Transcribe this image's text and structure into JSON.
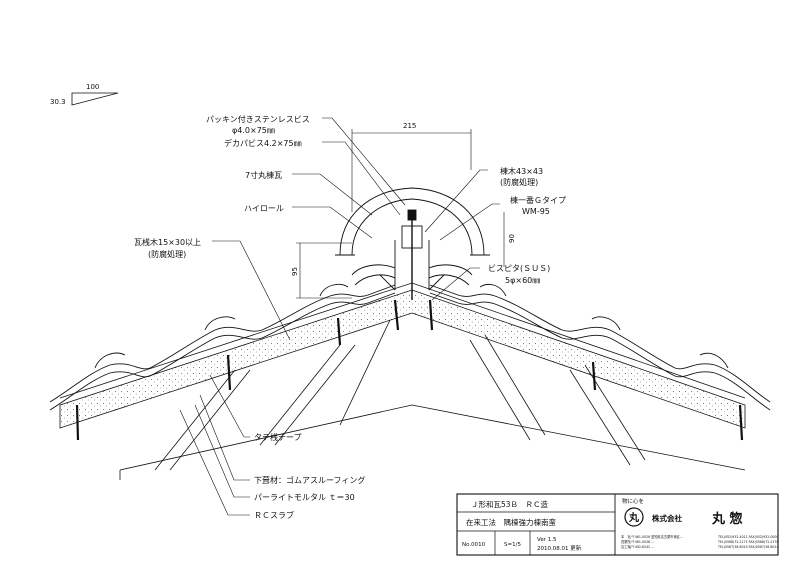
{
  "slope": {
    "run": "100",
    "rise": "30.3"
  },
  "dimensions": {
    "width_215": "215",
    "height_90": "90",
    "height_95": "95"
  },
  "labels": {
    "packing_screw": "パッキン付きステンレスビス",
    "packing_screw_size": "φ4.0×75㎜",
    "deca_screw": "デカパビス4.2×75㎜",
    "maru_gawara": "7寸丸棟瓦",
    "hi_roll": "ハイロール",
    "batten": "瓦桟木15×30以上",
    "batten_note": "(防腐処理)",
    "ridge_wood": "棟木43×43",
    "ridge_wood_note": "(防腐処理)",
    "ridge_bracket": "棟一番Ｇタイプ",
    "ridge_bracket_model": "WM-95",
    "bispita": "ビスピタ(ＳＵＳ)",
    "bispita_size": "5φ×60㎜",
    "tate_tape": "タテ桟テープ",
    "underlay": "下葺材：ゴムアスルーフィング",
    "perlite": "パーライトモルタル ｔ＝30",
    "rc_slab": "ＲＣスラブ"
  },
  "title_block": {
    "tile_type": "Ｊ形和瓦53Ｂ　ＲＣ造",
    "method": "在来工法　隅棟強力棟南蛮",
    "drawing_no": "No.0010",
    "scale": "S=1/5",
    "version": "Ver 1.5",
    "date": "2010.08.01 更新",
    "motto": "物に心を",
    "logo_mark": "丸",
    "company_prefix": "株式会社",
    "company_name": "丸 惣",
    "address_lines": [
      "本　社/〒461-0026 愛知県名古屋市東区…",
      "営業所/〒461-0026 …",
      "瓦工場/〒492-8242 …"
    ],
    "phone_lines": [
      "TEL(052)932-4011 FAX(052)932-0000",
      "TEL(0568)72-2171 FAX(0568)72-2178",
      "TEL(0587)36-8010 FAX(0587)36-8014"
    ]
  }
}
